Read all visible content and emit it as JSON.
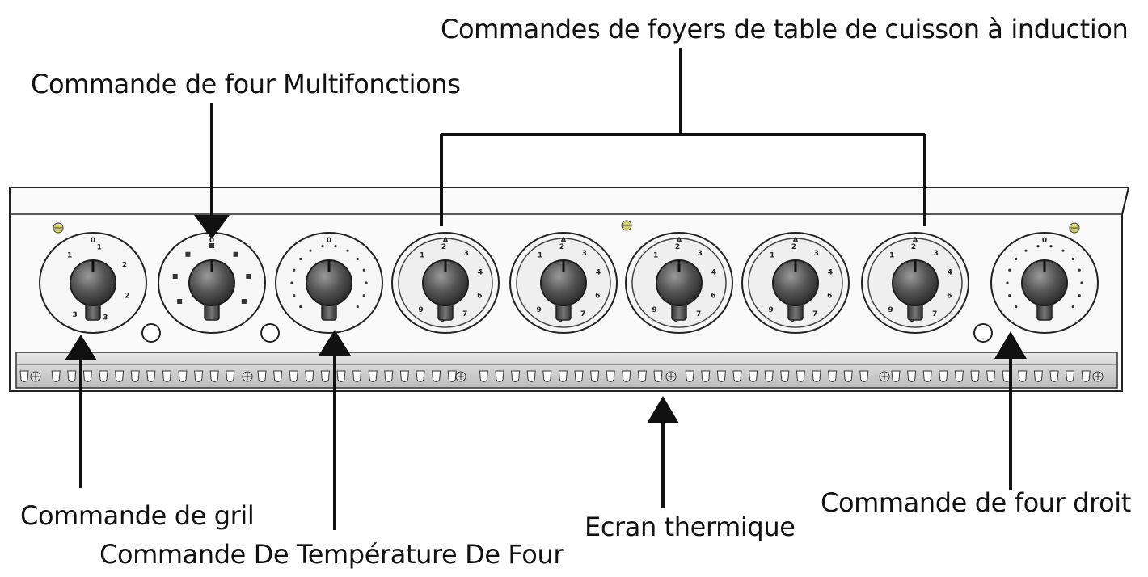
{
  "labels": {
    "induction": "Commandes de foyers de table de cuisson à induction",
    "multifunction": "Commande de four Multifonctions",
    "grill": "Commande de gril",
    "oven_temp": "Commande De Température De Four",
    "heat_shield": "Ecran thermique",
    "right_oven": "Commande de four droit"
  },
  "dials": [
    {
      "kind": "grill",
      "top": "0",
      "marks": [
        "1",
        "1",
        "2",
        "2",
        "3",
        "3"
      ]
    },
    {
      "kind": "multifunction",
      "top": "0",
      "marks": [
        "",
        "",
        "",
        "",
        "",
        ""
      ]
    },
    {
      "kind": "temperature",
      "top": "0",
      "marks": []
    },
    {
      "kind": "induction",
      "top": "A",
      "marks": [
        "1",
        "2",
        "3",
        "4",
        "6",
        "7",
        "8",
        "9"
      ]
    },
    {
      "kind": "induction",
      "top": "A",
      "marks": [
        "1",
        "2",
        "3",
        "4",
        "6",
        "7",
        "8",
        "9"
      ]
    },
    {
      "kind": "induction",
      "top": "A",
      "marks": [
        "1",
        "2",
        "3",
        "4",
        "6",
        "7",
        "8",
        "9"
      ]
    },
    {
      "kind": "induction",
      "top": "A",
      "marks": [
        "1",
        "2",
        "3",
        "4",
        "6",
        "7",
        "8",
        "9"
      ]
    },
    {
      "kind": "induction",
      "top": "A",
      "marks": [
        "1",
        "2",
        "3",
        "4",
        "6",
        "7",
        "8",
        "9"
      ]
    },
    {
      "kind": "temperature",
      "top": "0",
      "marks": []
    }
  ],
  "colors": {
    "line": "#111111",
    "panel": "#f4f4f4",
    "knob": "#4a4a4a",
    "shield": "#cfcfcf"
  }
}
